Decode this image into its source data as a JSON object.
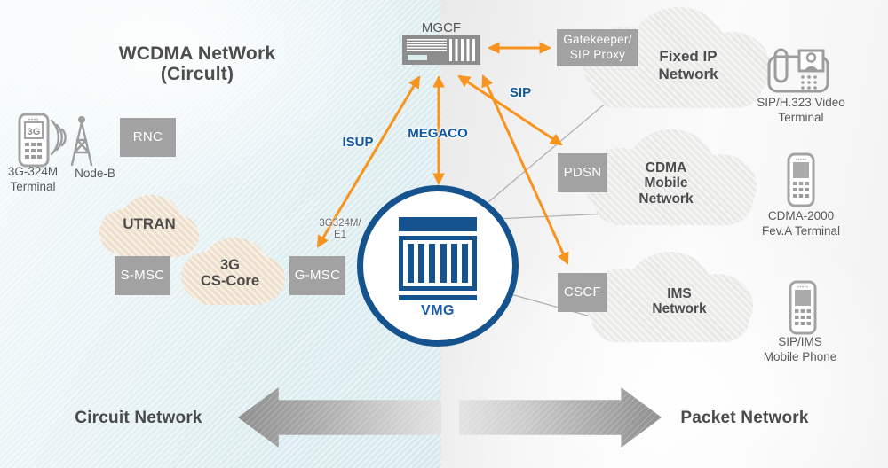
{
  "title": {
    "line1": "WCDMA NetWork",
    "line2": "(Circult)"
  },
  "left": {
    "terminal_line1": "3G-324M",
    "terminal_line2": "Terminal",
    "screen_3g": "3G",
    "node_b": "Node-B",
    "rnc": "RNC",
    "utran": "UTRAN",
    "s_msc": "S-MSC",
    "cs_core_line1": "3G",
    "cs_core_line2": "CS-Core",
    "g_msc": "G-MSC"
  },
  "center": {
    "mgcf_label": "MGCF",
    "vmg_label": "VMG"
  },
  "links": {
    "isup": "ISUP",
    "megaco": "MEGACO",
    "sip": "SIP",
    "trunk_line1": "3G324M/",
    "trunk_line2": "E1"
  },
  "right": {
    "gatekeeper_line1": "Gatekeeper/",
    "gatekeeper_line2": "SIP Proxy",
    "fixed_ip_line1": "Fixed IP",
    "fixed_ip_line2": "Network",
    "pdsn": "PDSN",
    "cdma_cloud_line1": "CDMA",
    "cdma_cloud_line2": "Mobile",
    "cdma_cloud_line3": "Network",
    "cscf": "CSCF",
    "ims_line1": "IMS",
    "ims_line2": "Network",
    "video_terminal_line1": "SIP/H.323 Video",
    "video_terminal_line2": "Terminal",
    "cdma_terminal_line1": "CDMA-2000",
    "cdma_terminal_line2": "Fev.A Terminal",
    "sip_phone_line1": "SIP/IMS",
    "sip_phone_line2": "Mobile Phone"
  },
  "footer": {
    "circuit_label": "Circuit Network",
    "packet_label": "Packet Network"
  },
  "colors": {
    "accent_orange": "#F7941D",
    "protocol_blue": "#1059A1",
    "node_gray": "#A2A2A2",
    "vmg_blue": "#15538E",
    "cloud_beige": "#EFE0CE",
    "cloud_gray": "#EBEBEA"
  }
}
